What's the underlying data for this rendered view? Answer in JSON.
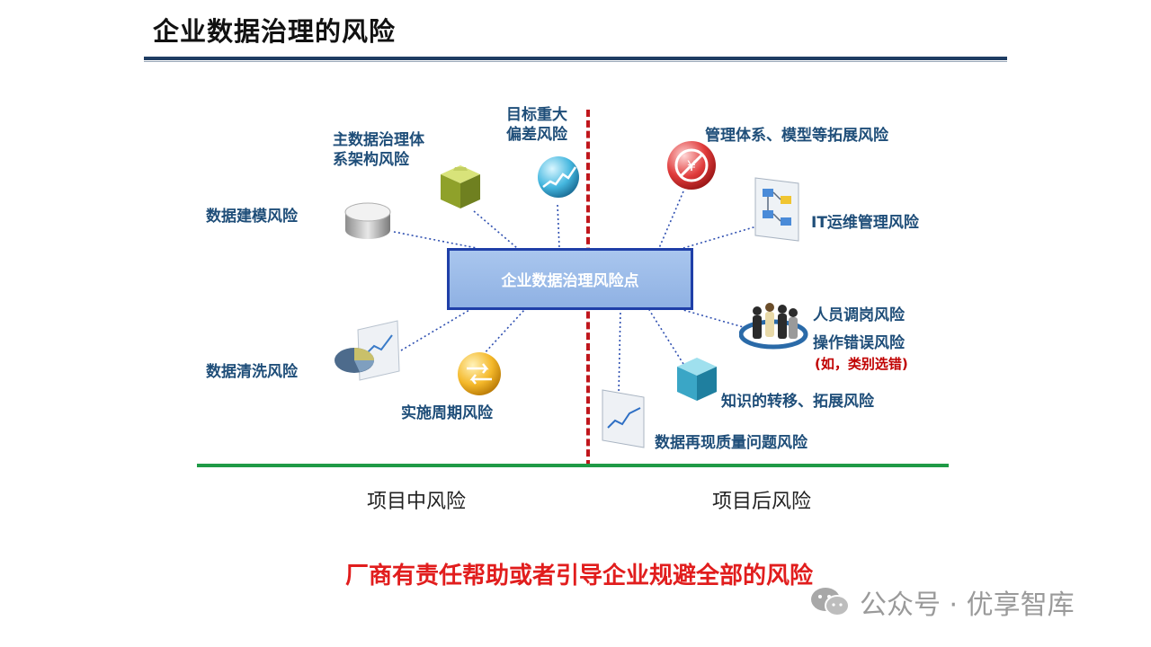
{
  "title": "企业数据治理的风险",
  "center_node": "企业数据治理风险点",
  "phases": {
    "left": "项目中风险",
    "right": "项目后风险"
  },
  "risks_left": {
    "modeling": "数据建模风险",
    "architecture_line1": "主数据治理体",
    "architecture_line2": "系架构风险",
    "deviation_line1": "目标重大",
    "deviation_line2": "偏差风险",
    "cleansing": "数据清洗风险",
    "schedule": "实施周期风险"
  },
  "risks_right": {
    "framework": "管理体系、模型等拓展风险",
    "it_ops": "IT运维管理风险",
    "staff_transfer": "人员调岗风险",
    "operation_error": "操作错误风险",
    "operation_error_note": "(如，类别选错)",
    "knowledge_transfer": "知识的转移、拓展风险",
    "data_quality": "数据再现质量问题风险"
  },
  "bottom_note": "厂商有责任帮助或者引导企业规避全部的风险",
  "watermark": "公众号 · 优享智库",
  "colors": {
    "title_rule": "#1f3d63",
    "label": "#1f4e79",
    "center_fill": "#9dbce9",
    "center_border": "#1f3fa8",
    "separator": "#c0161c",
    "ground": "#1f9a46",
    "emphasis": "#e11d1d"
  },
  "icons": {
    "modeling": "database-cylinder-icon",
    "architecture": "cube-icon",
    "deviation": "chart-sphere-icon",
    "cleansing": "pie-chart-icon",
    "schedule": "arrows-sphere-icon",
    "framework": "no-money-icon",
    "it_ops": "flowchart-icon",
    "staff": "people-icon",
    "knowledge": "cube-icon",
    "data_quality": "line-chart-icon",
    "watermark": "wechat-icon"
  }
}
